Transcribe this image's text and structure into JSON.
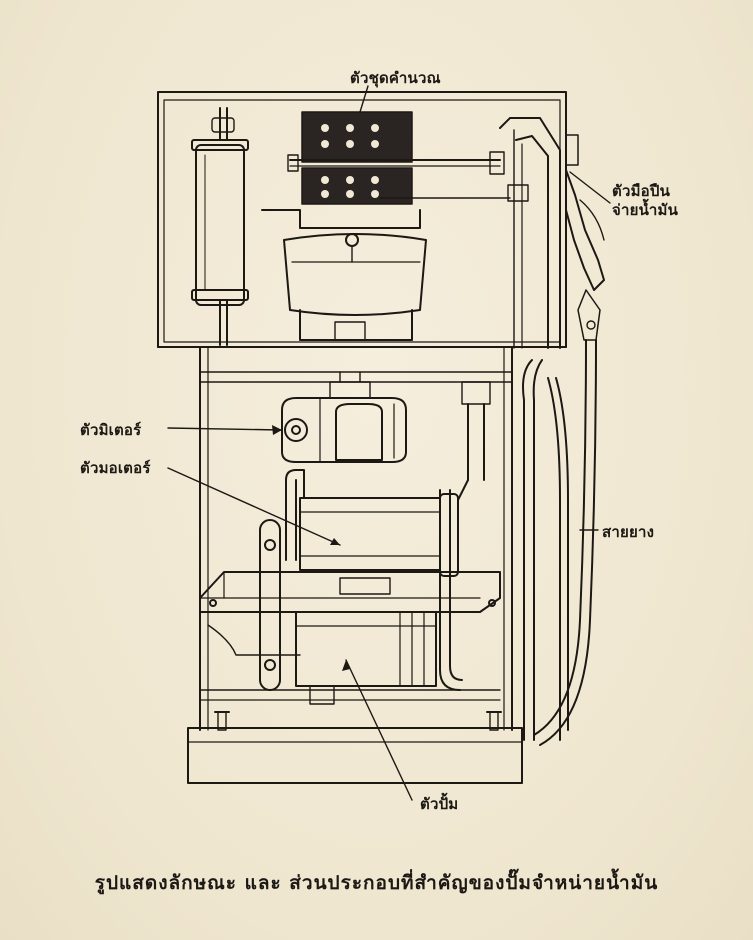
{
  "labels": {
    "computer": "ตัวชุดคำนวณ",
    "nozzle_line1": "ตัวมือปืน",
    "nozzle_line2": "จ่ายน้ำมัน",
    "meter": "ตัวมิเตอร์",
    "motor": "ตัวมอเตอร์",
    "hose": "สายยาง",
    "pump": "ตัวปั้ม"
  },
  "caption": "รูปแสดงลักษณะ และ ส่วนประกอบที่สำคัญของปั๊มจำหน่ายน้ำมัน",
  "colors": {
    "paper": "#f1e9d6",
    "ink": "#1c1814"
  }
}
